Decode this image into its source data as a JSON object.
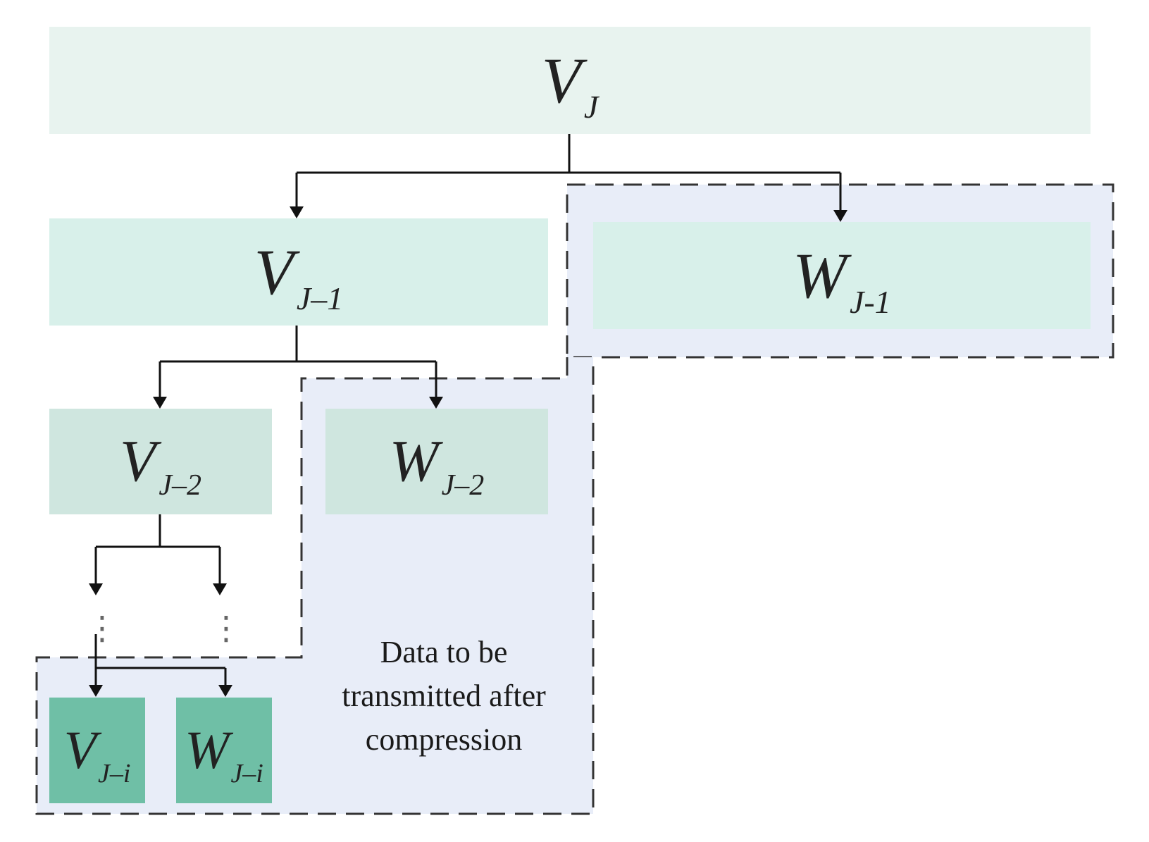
{
  "nodes": {
    "vj": {
      "base": "V",
      "sub": "J"
    },
    "vj1": {
      "base": "V",
      "sub": "J–1"
    },
    "wj1": {
      "base": "W",
      "sub": "J-1"
    },
    "vj2": {
      "base": "V",
      "sub": "J–2"
    },
    "wj2": {
      "base": "W",
      "sub": "J–2"
    },
    "vji": {
      "base": "V",
      "sub": "J–i"
    },
    "wji": {
      "base": "W",
      "sub": "J–i"
    }
  },
  "ellipsis_left": "⋮",
  "ellipsis_right": "⋮",
  "caption": "Data to be transmitted after compression",
  "colors": {
    "level1": "#e8f3ef",
    "level2": "#d8f0ea",
    "level3": "#cfe6df",
    "level4": "#6fbfa6",
    "highlight_region": "#e8edf8",
    "dashed_border": "#333333",
    "arrow": "#111111"
  }
}
